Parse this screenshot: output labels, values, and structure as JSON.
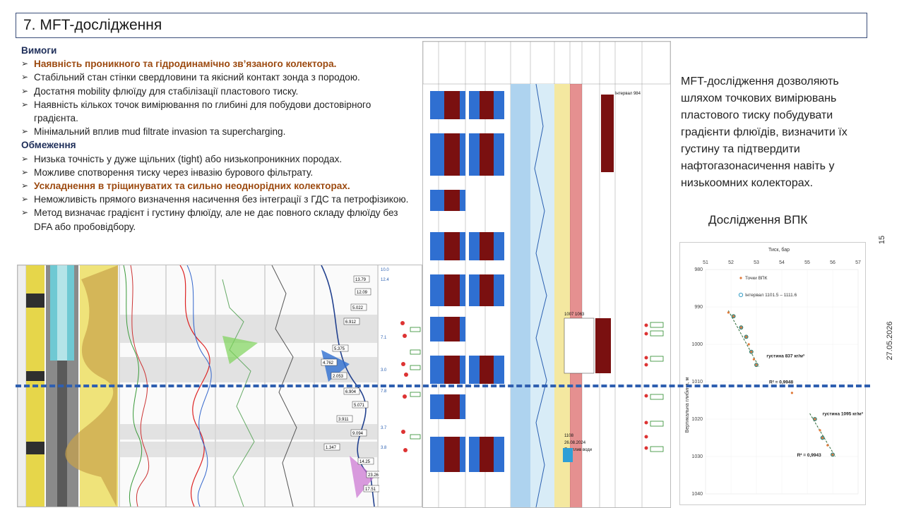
{
  "header": {
    "title": "7. MFT-дослідження"
  },
  "requirements": {
    "heading": "Вимоги",
    "items": [
      {
        "text": "Наявність проникного та гідродинамічно зв’язаного колектора.",
        "highlight": true
      },
      {
        "text": "Стабільний стан стінки свердловини та якісний контакт зонда з породою.",
        "highlight": false
      },
      {
        "text": "Достатня mobility флюїду для стабілізації пластового тиску.",
        "highlight": false
      },
      {
        "text": "Наявність кількох точок вимірювання по глибині для побудови достовірного градієнта.",
        "highlight": false
      },
      {
        "text": "Мінімальний вплив mud filtrate invasion та supercharging.",
        "highlight": false
      }
    ]
  },
  "limitations": {
    "heading": "Обмеження",
    "items": [
      {
        "text": "Низька точність у дуже щільних (tight) або низькопроникних породах.",
        "highlight": false
      },
      {
        "text": "Можливе спотворення тиску через інвазію бурового фільтрату.",
        "highlight": false
      },
      {
        "text": "Ускладнення в тріщинуватих та сильно неоднорідних колекторах.",
        "highlight": true
      },
      {
        "text": "Неможливість прямого визначення насичення без інтеграції з ГДС та петрофізикою.",
        "highlight": false
      },
      {
        "text": "Метод визначає градієнт і густину флюїду, але не дає повного складу флюїду без DFA або пробовідбору.",
        "highlight": false
      }
    ]
  },
  "side_text": "MFT-дослідження дозволяють шляхом точкових вимірювань пластового тиску побудувати градієнти флюїдів, визначити їх густину та підтвердити нафтогазонасичення навіть у низькоомних колекторах.",
  "vpk_title": "Дослідження ВПК",
  "page_number": "15",
  "date": "27.05.2026",
  "log_labels": [
    "13.79",
    "12.09",
    "5.022",
    "6.912",
    "5.375",
    "4.762",
    "2.053",
    "6.904",
    "5.071",
    "3.911",
    "9.094",
    "1.347",
    "14.25",
    "23.26",
    "17.51"
  ],
  "mid_labels": [
    "Інтервал 984",
    "1007 1063",
    "1108",
    "26.08.2024",
    "Приплив води"
  ],
  "chart_data": {
    "type": "scatter",
    "title": "",
    "xlabel": "Тиск, бар",
    "ylabel": "Вертикальна глибина, м",
    "xlim": [
      51,
      57
    ],
    "ylim": [
      1040,
      980
    ],
    "x_ticks": [
      "51",
      "52",
      "53",
      "54",
      "55",
      "56",
      "57"
    ],
    "y_ticks": [
      "980",
      "990",
      "1000",
      "1010",
      "1020",
      "1030",
      "1040"
    ],
    "legend": [
      "Точки ВПК",
      "Інтервал 1101.5 – 1111.6"
    ],
    "series": [
      {
        "name": "Точки ВПК",
        "color": "#e07a3a",
        "points": [
          [
            51.9,
            991.5
          ],
          [
            52.1,
            992.5
          ],
          [
            52.4,
            995.5
          ],
          [
            52.6,
            998
          ],
          [
            52.7,
            1000
          ],
          [
            52.8,
            1002
          ],
          [
            52.9,
            1004
          ],
          [
            53.0,
            1005.5
          ],
          [
            54.4,
            1013
          ],
          [
            55.3,
            1020
          ],
          [
            55.5,
            1023
          ],
          [
            55.6,
            1025
          ],
          [
            55.8,
            1027
          ],
          [
            56.0,
            1029.5
          ]
        ]
      },
      {
        "name": "Інтервал 1101.5 – 1111.6",
        "color": "#3aa0c8",
        "points": [
          [
            52.1,
            992.5
          ],
          [
            52.4,
            995.5
          ],
          [
            52.6,
            998
          ],
          [
            52.8,
            1002
          ],
          [
            53.0,
            1005.5
          ],
          [
            55.3,
            1020
          ],
          [
            55.6,
            1025
          ],
          [
            56.0,
            1029.5
          ]
        ]
      }
    ],
    "annotations": [
      {
        "text": "густина 837 кг/м³",
        "x": 53.4,
        "y": 1003.5
      },
      {
        "text": "R² = 0,9948",
        "x": 53.5,
        "y": 1010.5
      },
      {
        "text": "густина 1095 кг/м³",
        "x": 55.6,
        "y": 1019
      },
      {
        "text": "R² = 0,9943",
        "x": 54.6,
        "y": 1030
      }
    ],
    "trendlines": [
      {
        "from": [
          51.9,
          991
        ],
        "to": [
          53.1,
          1006
        ]
      },
      {
        "from": [
          55.1,
          1018.5
        ],
        "to": [
          56.1,
          1030
        ]
      }
    ]
  }
}
